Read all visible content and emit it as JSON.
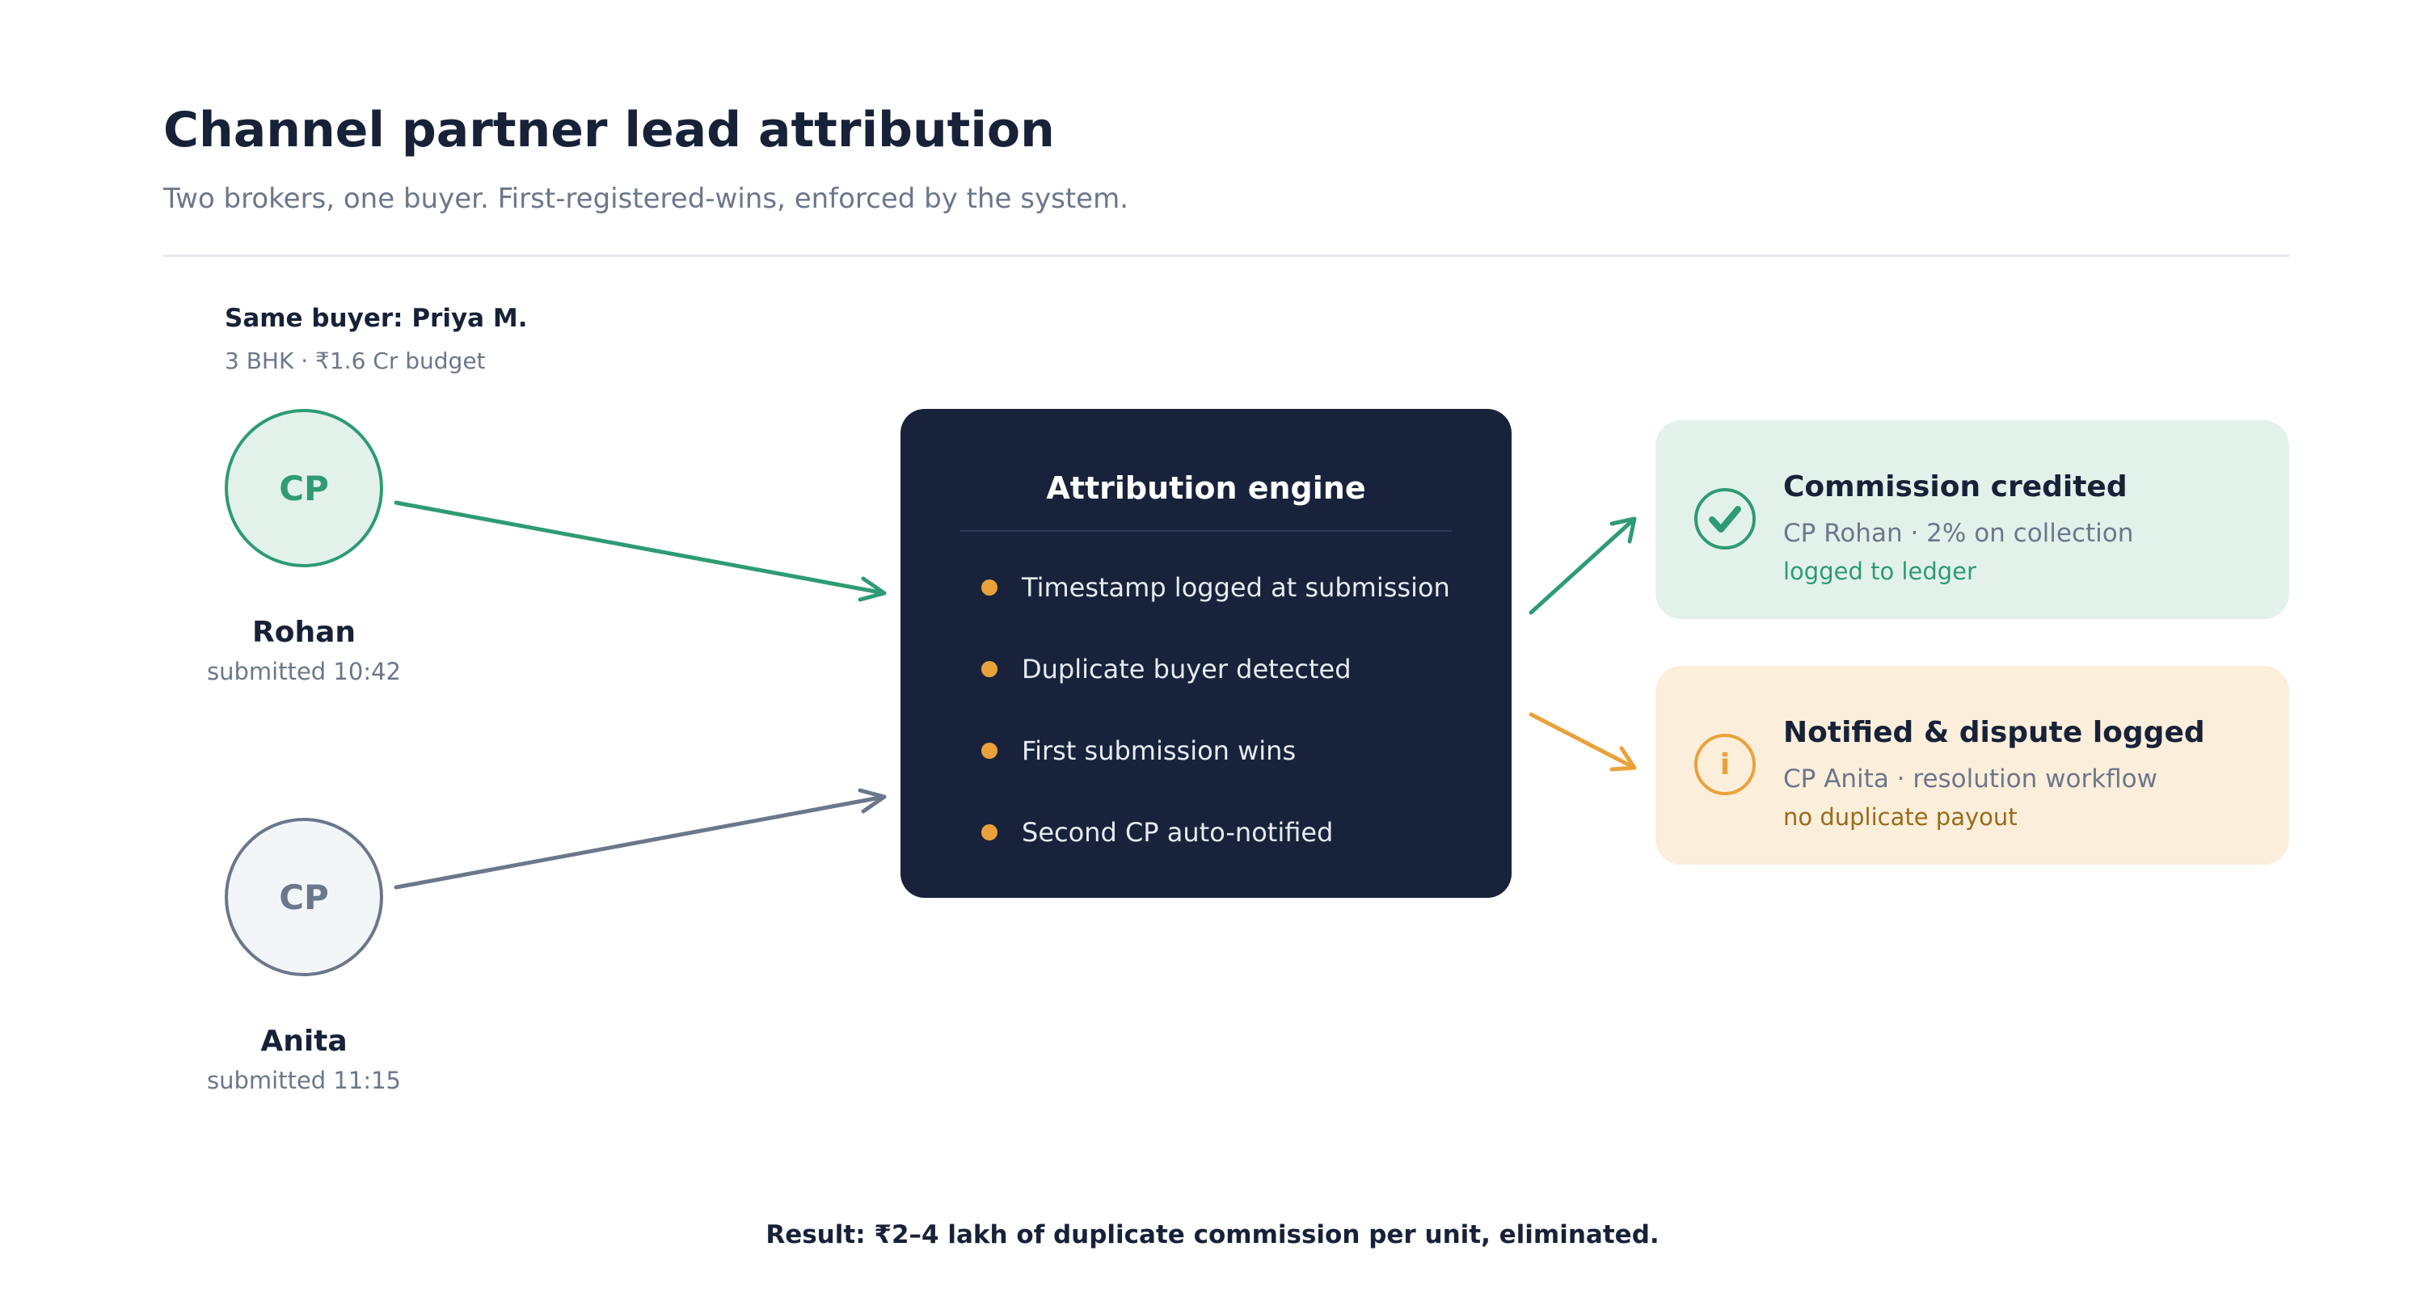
{
  "header": {
    "title": "Channel partner lead attribution",
    "subtitle": "Two brokers, one buyer. First-registered-wins, enforced by the system."
  },
  "buyer": {
    "title": "Same buyer: Priya M.",
    "detail": "3 BHK · ₹1.6 Cr budget"
  },
  "partners": [
    {
      "badge": "CP",
      "name": "Rohan",
      "submitted": "submitted 10:42",
      "color": "#2e9b73"
    },
    {
      "badge": "CP",
      "name": "Anita",
      "submitted": "submitted 11:15",
      "color": "#6b778a"
    }
  ],
  "engine": {
    "title": "Attribution engine",
    "steps": [
      "Timestamp logged at submission",
      "Duplicate buyer detected",
      "First submission wins",
      "Second CP auto-notified"
    ],
    "background": "#18233b",
    "bullet_color": "#e9a23b"
  },
  "outcomes": [
    {
      "icon": "check-circle-icon",
      "title": "Commission credited",
      "detail": "CP Rohan · 2% on collection",
      "note": "logged to ledger",
      "color": "#2e9b73"
    },
    {
      "icon": "info-circle-icon",
      "icon_glyph": "i",
      "title": "Notified & dispute logged",
      "detail": "CP Anita · resolution workflow",
      "note": "no duplicate payout",
      "color": "#e9a23b"
    }
  ],
  "result": "Result: ₹2–4 lakh of duplicate commission per unit, eliminated."
}
